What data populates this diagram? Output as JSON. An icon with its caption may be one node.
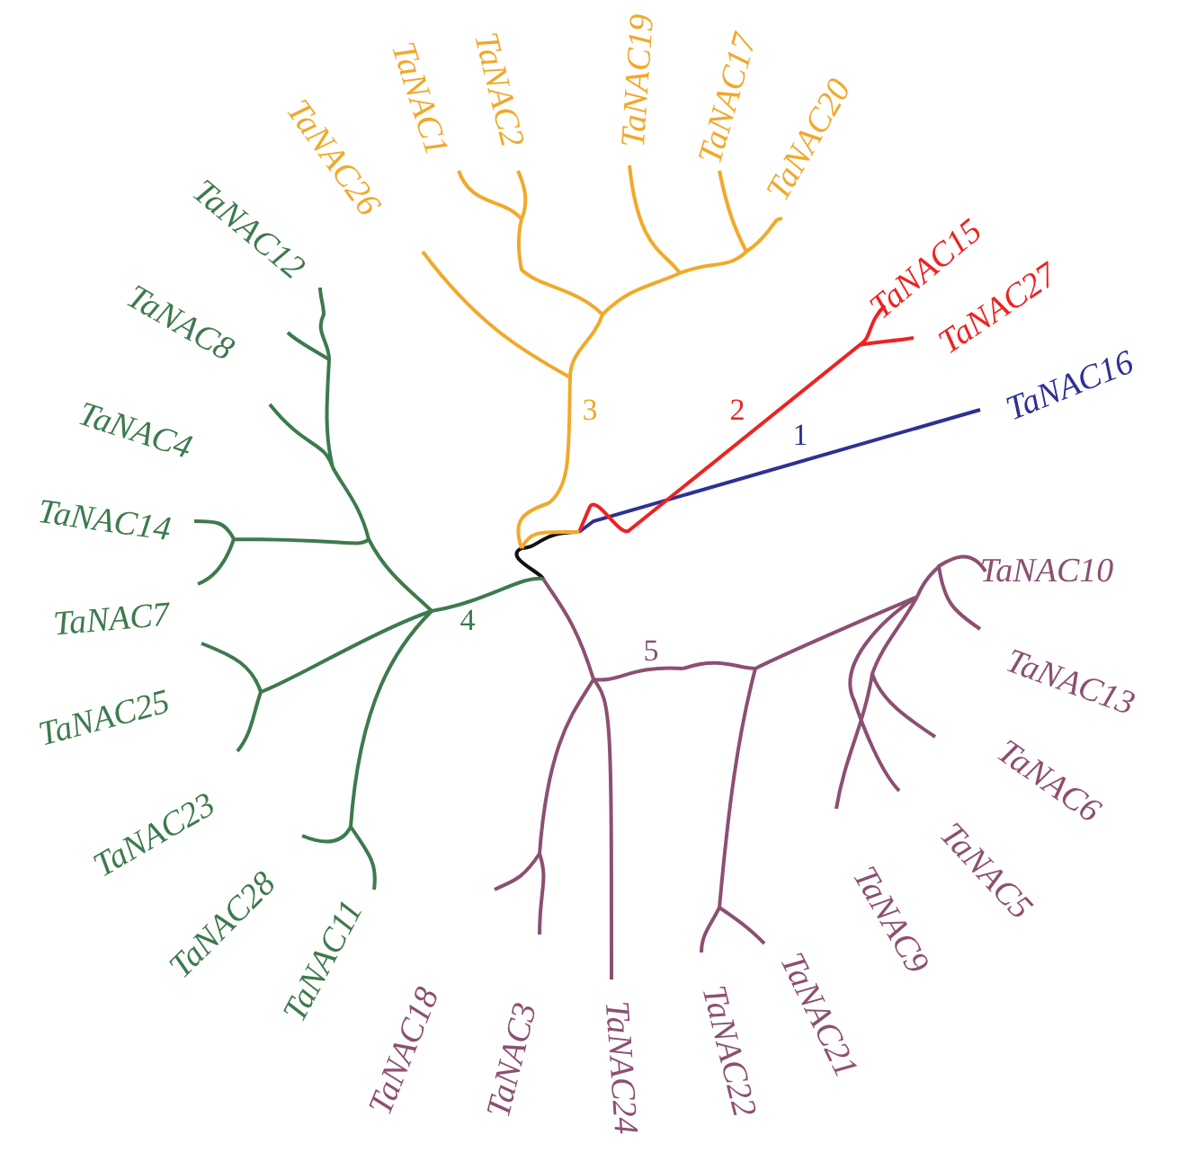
{
  "diagram": {
    "labels": [
      "TaNAC26",
      "TaNAC1",
      "TaNAC2",
      "TaNAC19",
      "TaNAC17",
      "TaNAC20",
      "TaNAC12",
      "TaNAC15",
      "TaNAC8",
      "TaNAC27",
      "TaNAC16",
      "3",
      "2",
      "TaNAC4",
      "1",
      "TaNAC14",
      "TaNAC10",
      "TaNAC7",
      "4",
      "TaNAC25",
      "5",
      "TaNAC13",
      "TaNAC23",
      "TaNAC6",
      "TaNAC28",
      "TaNAC11",
      "TaNAC18",
      "TaNAC3",
      "TaNAC24",
      "TaNAC22",
      "TaNAC21",
      "TaNAC9",
      "TaNAC5"
    ]
  }
}
